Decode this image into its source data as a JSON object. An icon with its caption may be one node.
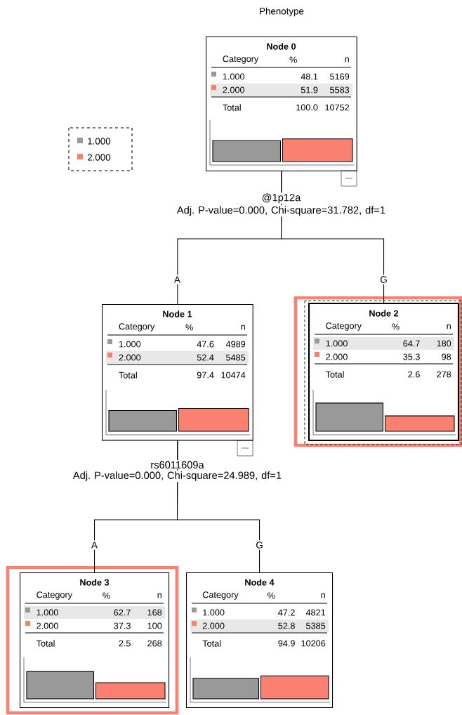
{
  "diagram": {
    "title": "Phenotype",
    "nodes": [
      {
        "text": [
          "Node 0",
          "Category",
          "%",
          "n",
          "1.000",
          "48.1",
          "5169",
          "2.000",
          "51.9",
          "5583",
          "Total",
          "100.0",
          "10752"
        ],
        "beside": [
          "@1p12a",
          "Adj. P-value=0.000, Chi-square=31.782, df=1"
        ]
      },
      {
        "text": [
          "Node 1",
          "Category",
          "%",
          "n",
          "1.000",
          "47.6",
          "4989",
          "2.000",
          "52.4",
          "5485",
          "Total",
          "97.4",
          "10474"
        ],
        "beside": [
          "rs6011609a",
          "Adj. P-value=0.000, Chi-square=24.989, df=1"
        ]
      },
      {
        "text": [
          "Node 2",
          "Category",
          "%",
          "n",
          "1.000",
          "64.7",
          "180",
          "2.000",
          "35.3",
          "98",
          "Total",
          "2.6",
          "278"
        ]
      },
      {
        "text": [
          "Node 3",
          "Category",
          "%",
          "n",
          "1.000",
          "62.7",
          "168",
          "2.000",
          "37.3",
          "100",
          "Total",
          "2.5",
          "268"
        ]
      },
      {
        "text": [
          "Node 4",
          "Category",
          "%",
          "n",
          "1.000",
          "47.2",
          "4821",
          "2.000",
          "52.8",
          "5385",
          "Total",
          "94.9",
          "10206"
        ]
      }
    ],
    "edges": [
      {
        "from": 0,
        "to": 1,
        "arrow": "none",
        "label": "A"
      },
      {
        "from": 0,
        "to": 2,
        "arrow": "none",
        "label": "G"
      },
      {
        "from": 1,
        "to": 3,
        "arrow": "none",
        "label": "A"
      },
      {
        "from": 1,
        "to": 4,
        "arrow": "none",
        "label": "G"
      }
    ],
    "legend": [
      {
        "text": "1.000",
        "color": "#999999"
      },
      {
        "text": "2.000",
        "color": "#fa8072"
      }
    ]
  }
}
